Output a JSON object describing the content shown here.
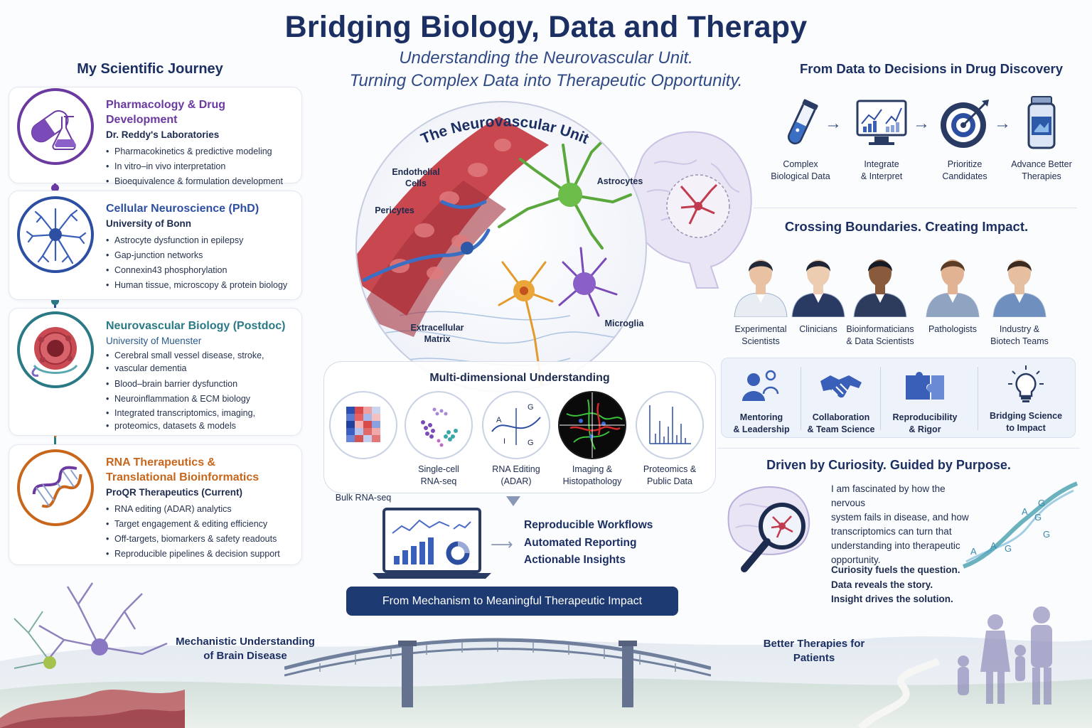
{
  "header": {
    "title": "Bridging Biology, Data and Therapy",
    "subtitle_line1": "Understanding the Neurovascular Unit.",
    "subtitle_line2": "Turning Complex Data into Therapeutic Opportunity."
  },
  "journey": {
    "title": "My Scientific Journey",
    "cards": [
      {
        "title": "Pharmacology & Drug Development",
        "org": "Dr. Reddy's Laboratories",
        "color": "#6b3aa0",
        "icon": "capsule-flask-icon",
        "items": [
          "Pharmacokinetics & predictive modeling",
          "In vitro–in vivo interpretation",
          "Bioequivalence & formulation development"
        ]
      },
      {
        "title": "Cellular Neuroscience (PhD)",
        "org": "University of Bonn",
        "color": "#2d4fa2",
        "icon": "astrocyte-icon",
        "items": [
          "Astrocyte dysfunction in epilepsy",
          "Gap-junction networks",
          "Connexin43 phosphorylation",
          "Human tissue, microscopy & protein biology"
        ]
      },
      {
        "title": "Neurovascular Biology (Postdoc)",
        "org": "University of Muenster",
        "color": "#2a7a86",
        "icon": "blood-vessel-icon",
        "items": [
          "Cerebral small vessel disease, stroke,",
          "vascular dementia",
          "Blood–brain barrier dysfunction",
          "Neuroinflammation & ECM biology",
          "Integrated transcriptomics, imaging,",
          "proteomics, datasets & models"
        ]
      },
      {
        "title_line1": "RNA Therapeutics &",
        "title_line2": "Translational Bioinformatics",
        "org": "ProQR Therapeutics (Current)",
        "color": "#c8661b",
        "icon": "dna-helix-icon",
        "items": [
          "RNA editing (ADAR) analytics",
          "Target engagement & editing efficiency",
          "Off-targets, biomarkers & safety readouts",
          "Reproducible pipelines & decision support"
        ]
      }
    ]
  },
  "nvu": {
    "title": "The Neurovascular Unit",
    "labels": {
      "endothelial_l1": "Endothelial",
      "endothelial_l2": "Cells",
      "pericytes": "Pericytes",
      "astrocytes": "Astrocytes",
      "ecm_l1": "Extracellular",
      "ecm_l2": "Matrix",
      "microglia": "Microglia"
    },
    "colors": {
      "vessel": "#b8414a",
      "astrocyte": "#5aa83c",
      "microglia": "#7a4bb8",
      "neuron": "#e39a2b",
      "pericyte": "#3a6fc4"
    }
  },
  "multidim": {
    "title": "Multi-dimensional Understanding",
    "items": [
      {
        "l1": "Bulk RNA-seq",
        "l2": "",
        "icon": "heatmap-icon"
      },
      {
        "l1": "Single-cell",
        "l2": "RNA-seq",
        "icon": "umap-clusters-icon"
      },
      {
        "l1": "RNA Editing",
        "l2": "(ADAR)",
        "icon": "rna-editing-icon",
        "letters": [
          "A",
          "G",
          "I",
          "G"
        ]
      },
      {
        "l1": "Imaging &",
        "l2": "Histopathology",
        "icon": "fluorescence-image-icon"
      },
      {
        "l1": "Proteomics &",
        "l2": "Public Data",
        "icon": "mass-spectrum-icon"
      }
    ]
  },
  "workflow": {
    "lines": [
      "Reproducible Workflows",
      "Automated Reporting",
      "Actionable Insights"
    ],
    "banner": "From Mechanism to Meaningful Therapeutic Impact",
    "icon": "laptop-dashboard-icon"
  },
  "data_decisions": {
    "title": "From Data to Decisions in Drug Discovery",
    "steps": [
      {
        "l1": "Complex",
        "l2": "Biological Data",
        "icon": "test-tube-icon"
      },
      {
        "l1": "Integrate",
        "l2": "& Interpret",
        "icon": "monitor-charts-icon"
      },
      {
        "l1": "Prioritize",
        "l2": "Candidates",
        "icon": "target-icon"
      },
      {
        "l1": "Advance Better",
        "l2": "Therapies",
        "icon": "medicine-bottle-icon"
      }
    ],
    "arrow": "→"
  },
  "boundaries": {
    "title": "Crossing Boundaries. Creating Impact.",
    "people": [
      {
        "l1": "Experimental",
        "l2": "Scientists",
        "coat": "#e8edf4",
        "skin": "#e9c2a4",
        "hair": "#222a3a"
      },
      {
        "l1": "Clinicians",
        "l2": "",
        "coat": "#2a3b63",
        "skin": "#edcdb2",
        "hair": "#1e2433"
      },
      {
        "l1": "Bioinformaticians",
        "l2": "& Data Scientists",
        "coat": "#2d3b5d",
        "skin": "#8a5a3c",
        "hair": "#161a24"
      },
      {
        "l1": "Pathologists",
        "l2": "",
        "coat": "#8fa4c1",
        "skin": "#e1b393",
        "hair": "#5a3c26"
      },
      {
        "l1": "Industry &",
        "l2": "Biotech Teams",
        "coat": "#6f8fbf",
        "skin": "#e6bea0",
        "hair": "#3a2a20"
      }
    ],
    "values": [
      {
        "l1": "Mentoring",
        "l2": "& Leadership",
        "icon": "mentoring-icon"
      },
      {
        "l1": "Collaboration",
        "l2": "& Team Science",
        "icon": "handshake-icon"
      },
      {
        "l1": "Reproducibility",
        "l2": "& Rigor",
        "icon": "puzzle-icon"
      },
      {
        "l1": "Bridging Science",
        "l2": "to Impact",
        "icon": "lightbulb-icon"
      }
    ]
  },
  "curiosity": {
    "title": "Driven by Curiosity. Guided by Purpose.",
    "text_lines": [
      "I am fascinated by how the nervous",
      "system fails in disease, and how",
      "transcriptomics can turn that",
      "understanding into therapeutic",
      "opportunity."
    ],
    "bold_lines": [
      "Curiosity fuels the question.",
      "Data reveals the story.",
      "Insight drives the solution."
    ],
    "letters": [
      "A",
      "A",
      "G",
      "G",
      "A",
      "G",
      "G"
    ]
  },
  "bottom": {
    "left_l1": "Mechanistic Understanding",
    "left_l2": "of Brain Disease",
    "right_l1": "Better Therapies for",
    "right_l2": "Patients"
  }
}
